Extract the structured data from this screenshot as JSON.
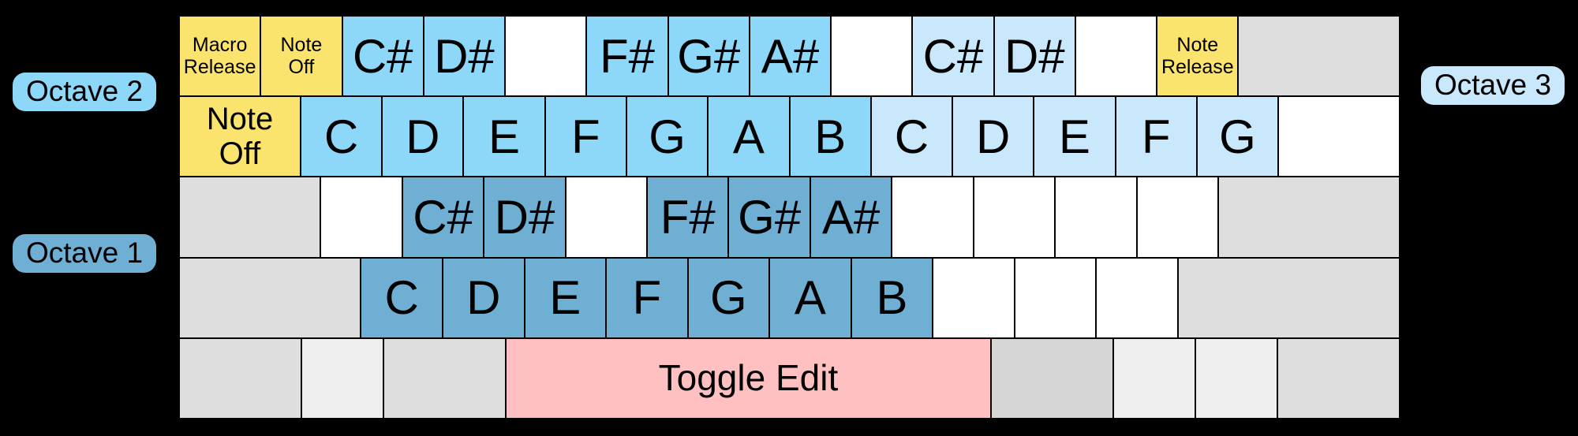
{
  "palette": {
    "background": "#000000",
    "yellow": "#FAE46E",
    "blue_octave1": "#6FAFD4",
    "blue_octave2": "#8DD8F8",
    "blue_octave3": "#C9E8FB",
    "pink": "#FFC0C1",
    "gray": "#DEDEDE",
    "gray_light": "#EFEFEF",
    "gray_dark": "#D6D6D6",
    "white": "#FFFFFF",
    "key_text": "#000000"
  },
  "octave_labels": {
    "octave1": {
      "text": "Octave 1"
    },
    "octave2": {
      "text": "Octave 2"
    },
    "octave3": {
      "text": "Octave 3"
    }
  },
  "keyboard": {
    "rows": [
      {
        "keys": [
          {
            "label": "Macro\nRelease",
            "color": "yellow",
            "w": 1,
            "size": "xs"
          },
          {
            "label": "Note\nOff",
            "color": "yellow",
            "w": 1,
            "size": "xs"
          },
          {
            "label": "C#",
            "color": "blue_octave2",
            "w": 1,
            "size": "lg"
          },
          {
            "label": "D#",
            "color": "blue_octave2",
            "w": 1,
            "size": "lg"
          },
          {
            "label": "",
            "color": "white",
            "w": 1
          },
          {
            "label": "F#",
            "color": "blue_octave2",
            "w": 1,
            "size": "lg"
          },
          {
            "label": "G#",
            "color": "blue_octave2",
            "w": 1,
            "size": "lg"
          },
          {
            "label": "A#",
            "color": "blue_octave2",
            "w": 1,
            "size": "lg"
          },
          {
            "label": "",
            "color": "white",
            "w": 1
          },
          {
            "label": "C#",
            "color": "blue_octave3",
            "w": 1,
            "size": "lg"
          },
          {
            "label": "D#",
            "color": "blue_octave3",
            "w": 1,
            "size": "lg"
          },
          {
            "label": "",
            "color": "white",
            "w": 1
          },
          {
            "label": "Note\nRelease",
            "color": "yellow",
            "w": 1,
            "size": "xs"
          },
          {
            "label": "",
            "color": "gray",
            "w": 2
          }
        ]
      },
      {
        "keys": [
          {
            "label": "Note\nOff",
            "color": "yellow",
            "w": 1.5,
            "size": "md"
          },
          {
            "label": "C",
            "color": "blue_octave2",
            "w": 1,
            "size": "lg"
          },
          {
            "label": "D",
            "color": "blue_octave2",
            "w": 1,
            "size": "lg"
          },
          {
            "label": "E",
            "color": "blue_octave2",
            "w": 1,
            "size": "lg"
          },
          {
            "label": "F",
            "color": "blue_octave2",
            "w": 1,
            "size": "lg"
          },
          {
            "label": "G",
            "color": "blue_octave2",
            "w": 1,
            "size": "lg"
          },
          {
            "label": "A",
            "color": "blue_octave2",
            "w": 1,
            "size": "lg"
          },
          {
            "label": "B",
            "color": "blue_octave2",
            "w": 1,
            "size": "lg"
          },
          {
            "label": "C",
            "color": "blue_octave3",
            "w": 1,
            "size": "lg"
          },
          {
            "label": "D",
            "color": "blue_octave3",
            "w": 1,
            "size": "lg"
          },
          {
            "label": "E",
            "color": "blue_octave3",
            "w": 1,
            "size": "lg"
          },
          {
            "label": "F",
            "color": "blue_octave3",
            "w": 1,
            "size": "lg"
          },
          {
            "label": "G",
            "color": "blue_octave3",
            "w": 1,
            "size": "lg"
          },
          {
            "label": "",
            "color": "white",
            "w": 1.5
          }
        ]
      },
      {
        "keys": [
          {
            "label": "",
            "color": "gray",
            "w": 1.75
          },
          {
            "label": "",
            "color": "white",
            "w": 1
          },
          {
            "label": "C#",
            "color": "blue_octave1",
            "w": 1,
            "size": "lg"
          },
          {
            "label": "D#",
            "color": "blue_octave1",
            "w": 1,
            "size": "lg"
          },
          {
            "label": "",
            "color": "white",
            "w": 1
          },
          {
            "label": "F#",
            "color": "blue_octave1",
            "w": 1,
            "size": "lg"
          },
          {
            "label": "G#",
            "color": "blue_octave1",
            "w": 1,
            "size": "lg"
          },
          {
            "label": "A#",
            "color": "blue_octave1",
            "w": 1,
            "size": "lg"
          },
          {
            "label": "",
            "color": "white",
            "w": 1
          },
          {
            "label": "",
            "color": "white",
            "w": 1
          },
          {
            "label": "",
            "color": "white",
            "w": 1
          },
          {
            "label": "",
            "color": "white",
            "w": 1
          },
          {
            "label": "",
            "color": "gray",
            "w": 2.25
          }
        ]
      },
      {
        "keys": [
          {
            "label": "",
            "color": "gray",
            "w": 2.25
          },
          {
            "label": "C",
            "color": "blue_octave1",
            "w": 1,
            "size": "lg"
          },
          {
            "label": "D",
            "color": "blue_octave1",
            "w": 1,
            "size": "lg"
          },
          {
            "label": "E",
            "color": "blue_octave1",
            "w": 1,
            "size": "lg"
          },
          {
            "label": "F",
            "color": "blue_octave1",
            "w": 1,
            "size": "lg"
          },
          {
            "label": "G",
            "color": "blue_octave1",
            "w": 1,
            "size": "lg"
          },
          {
            "label": "A",
            "color": "blue_octave1",
            "w": 1,
            "size": "lg"
          },
          {
            "label": "B",
            "color": "blue_octave1",
            "w": 1,
            "size": "lg"
          },
          {
            "label": "",
            "color": "white",
            "w": 1
          },
          {
            "label": "",
            "color": "white",
            "w": 1
          },
          {
            "label": "",
            "color": "white",
            "w": 1
          },
          {
            "label": "",
            "color": "gray",
            "w": 2.75
          }
        ]
      },
      {
        "keys": [
          {
            "label": "",
            "color": "gray",
            "w": 1.5
          },
          {
            "label": "",
            "color": "gray_light",
            "w": 1
          },
          {
            "label": "",
            "color": "gray",
            "w": 1.5
          },
          {
            "label": "Toggle Edit",
            "color": "pink",
            "w": 6,
            "size": "sp"
          },
          {
            "label": "",
            "color": "gray_dark",
            "w": 1.5
          },
          {
            "label": "",
            "color": "gray_light",
            "w": 1
          },
          {
            "label": "",
            "color": "gray_light",
            "w": 1
          },
          {
            "label": "",
            "color": "gray",
            "w": 1.5
          }
        ]
      }
    ]
  }
}
